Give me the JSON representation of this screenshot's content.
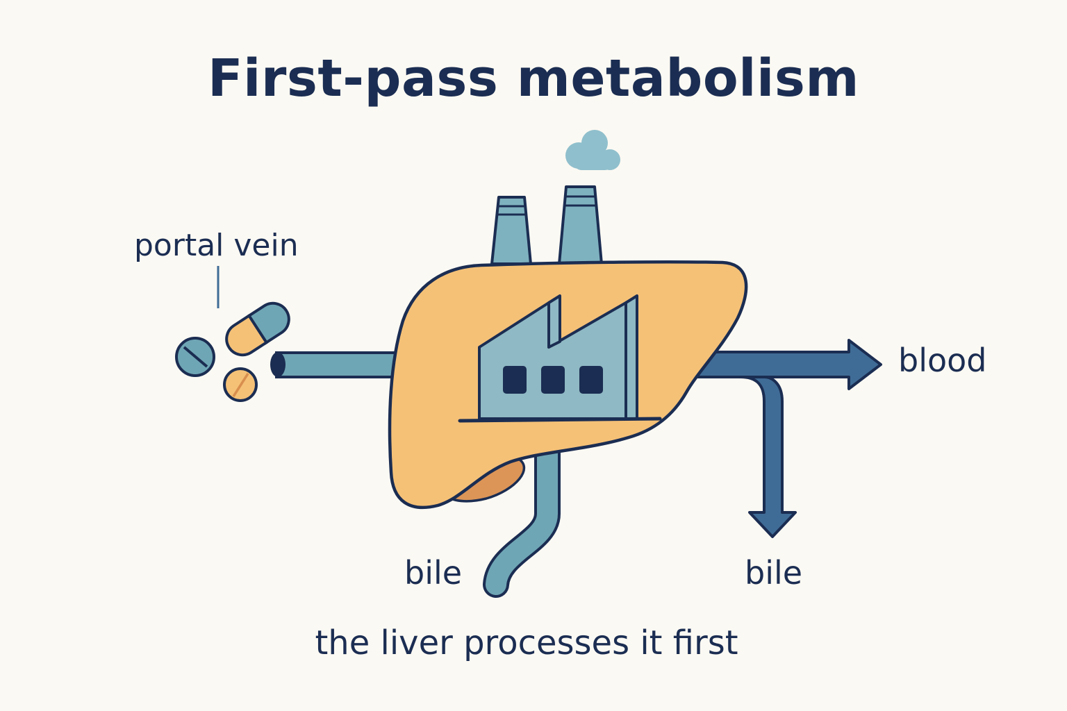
{
  "title": "First-pass metabolism",
  "labels": {
    "portal_vein": "portal vein",
    "blood": "blood",
    "bile_left": "bile",
    "bile_right": "bile"
  },
  "caption": "the liver processes it first",
  "colors": {
    "background": "#fbf9f3",
    "ink": "#1b2d52",
    "liver": "#f5c177",
    "gallbladder": "#dc9557",
    "factory": "#8fb9c4",
    "vessel_teal": "#6fa6b5",
    "arrow_blue": "#3f6c96",
    "pill_orange": "#f5c177",
    "smoke": "#8fbfcc"
  }
}
